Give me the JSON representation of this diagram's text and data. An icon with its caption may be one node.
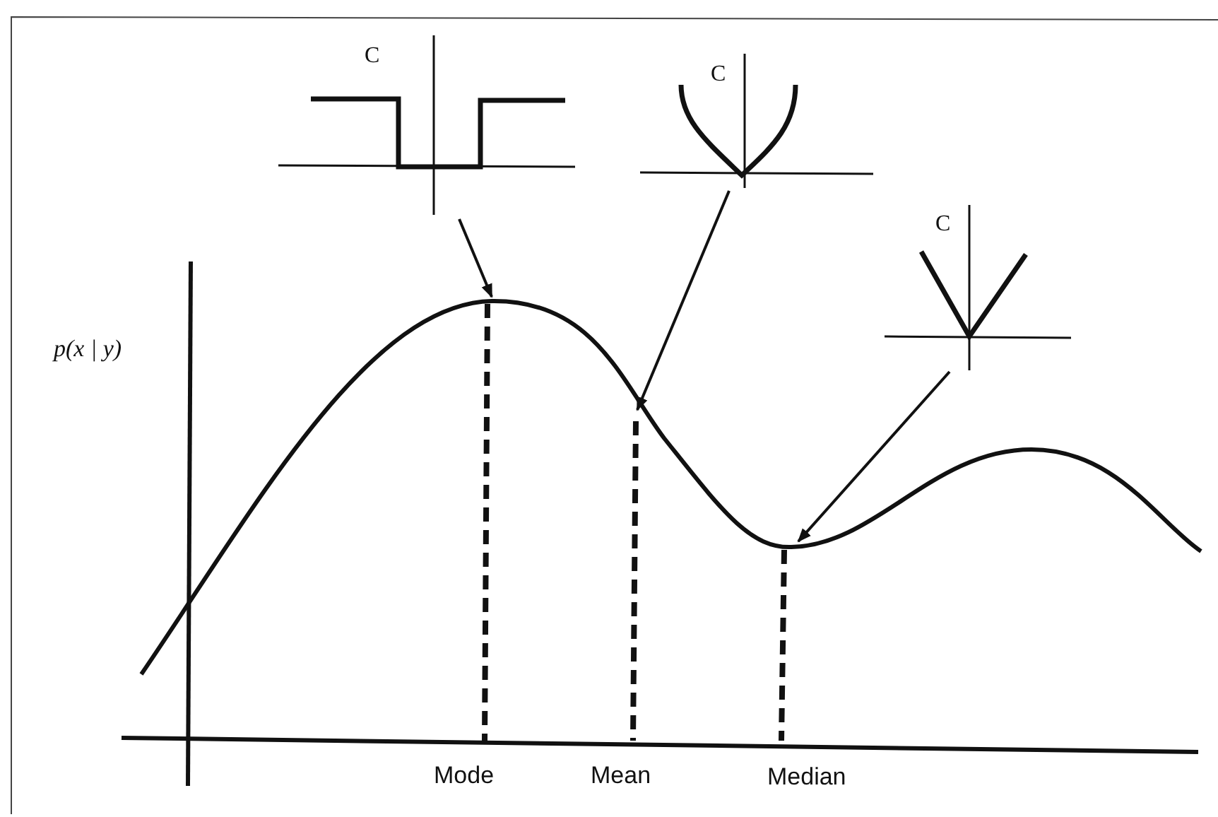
{
  "diagram": {
    "nodes": [
      {
        "text": [
          "C"
        ]
      },
      {
        "text": [
          "C"
        ]
      },
      {
        "text": [
          "C"
        ]
      }
    ],
    "edges": [
      {
        "from": 0,
        "to": null,
        "arrow": "to"
      },
      {
        "from": 1,
        "to": null,
        "arrow": "to"
      },
      {
        "from": 2,
        "to": null,
        "arrow": "to"
      }
    ],
    "labels": [
      "p(x | y)",
      "Mode",
      "Mean",
      "Median"
    ]
  }
}
